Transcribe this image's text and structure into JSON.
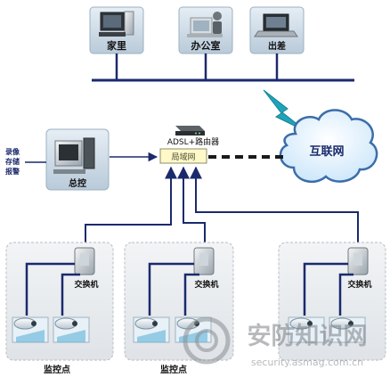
{
  "locations": [
    {
      "label": "家里"
    },
    {
      "label": "办公室"
    },
    {
      "label": "出差"
    }
  ],
  "control": {
    "label": "总控",
    "functions": [
      "录像",
      "存储",
      "报警"
    ]
  },
  "router": {
    "label": "ADSL+路由器",
    "lan_label": "局域网"
  },
  "internet": {
    "label": "互联网"
  },
  "sites": [
    {
      "label": "监控点",
      "switch_label": "交换机"
    },
    {
      "label": "监控点",
      "switch_label": "交换机"
    },
    {
      "label": "",
      "switch_label": "交换机"
    }
  ],
  "watermark": {
    "brand": "安防知识网",
    "url": "security.asmag.com.cn"
  },
  "colors": {
    "line": "#1a2a6c",
    "lightning": "#1fa3b8",
    "panel_fill": "#cfdce8",
    "cloud_fill": "#e8f4ff",
    "lan_fill": "#fff8c8"
  }
}
